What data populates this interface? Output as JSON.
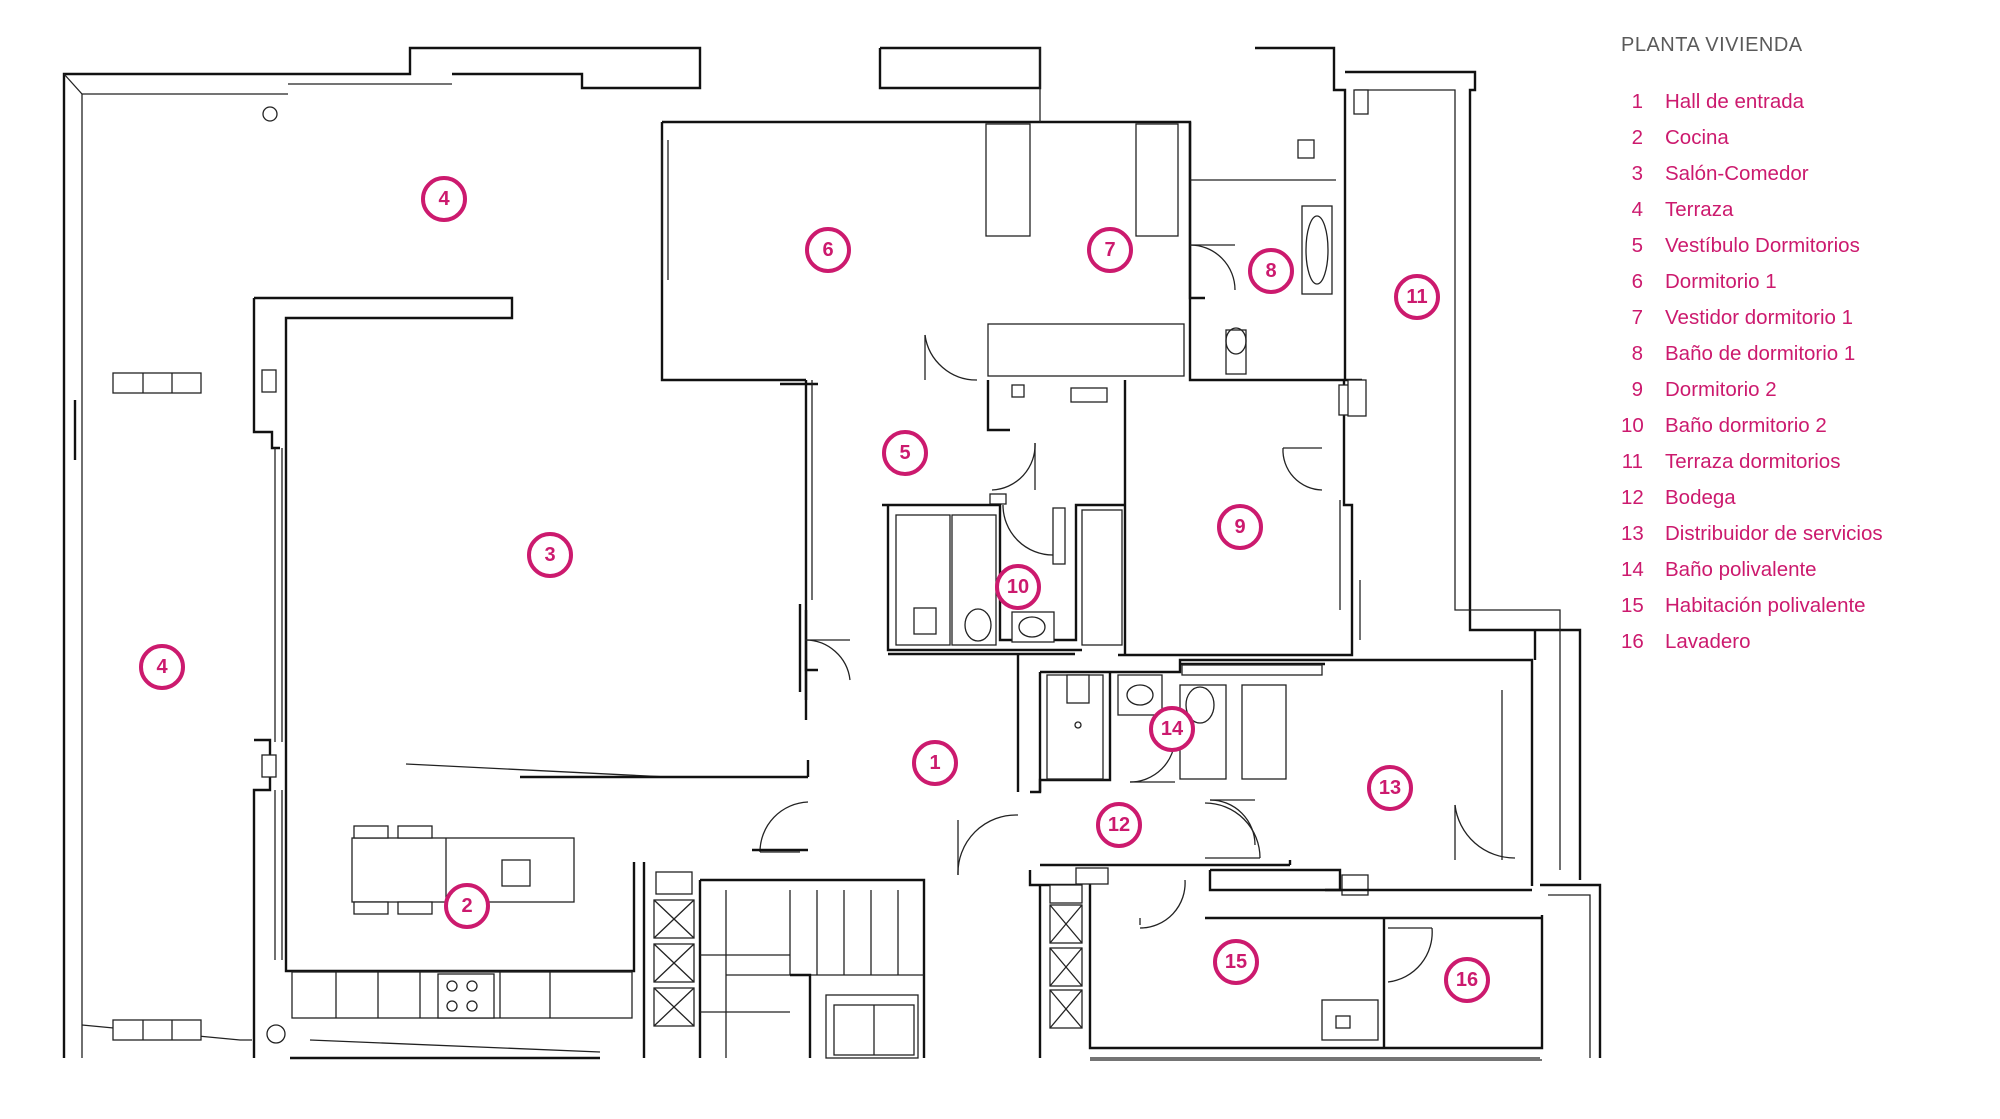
{
  "legend": {
    "title": "PLANTA VIVIENDA",
    "items": [
      {
        "num": "1",
        "label": "Hall de entrada"
      },
      {
        "num": "2",
        "label": "Cocina"
      },
      {
        "num": "3",
        "label": "Salón-Comedor"
      },
      {
        "num": "4",
        "label": "Terraza"
      },
      {
        "num": "5",
        "label": "Vestíbulo Dormitorios"
      },
      {
        "num": "6",
        "label": "Dormitorio 1"
      },
      {
        "num": "7",
        "label": "Vestidor dormitorio 1"
      },
      {
        "num": "8",
        "label": "Baño de dormitorio 1"
      },
      {
        "num": "9",
        "label": "Dormitorio 2"
      },
      {
        "num": "10",
        "label": "Baño dormitorio 2"
      },
      {
        "num": "11",
        "label": "Terraza dormitorios"
      },
      {
        "num": "12",
        "label": "Bodega"
      },
      {
        "num": "13",
        "label": "Distribuidor de servicios"
      },
      {
        "num": "14",
        "label": "Baño polivalente"
      },
      {
        "num": "15",
        "label": "Habitación polivalente"
      },
      {
        "num": "16",
        "label": "Lavadero"
      }
    ]
  },
  "markers": [
    "1",
    "2",
    "3",
    "4",
    "4",
    "5",
    "6",
    "7",
    "8",
    "9",
    "10",
    "11",
    "12",
    "13",
    "14",
    "15",
    "16"
  ],
  "colors": {
    "accent": "#cc1a6e",
    "title": "#5a5a5a",
    "line": "#111111"
  }
}
